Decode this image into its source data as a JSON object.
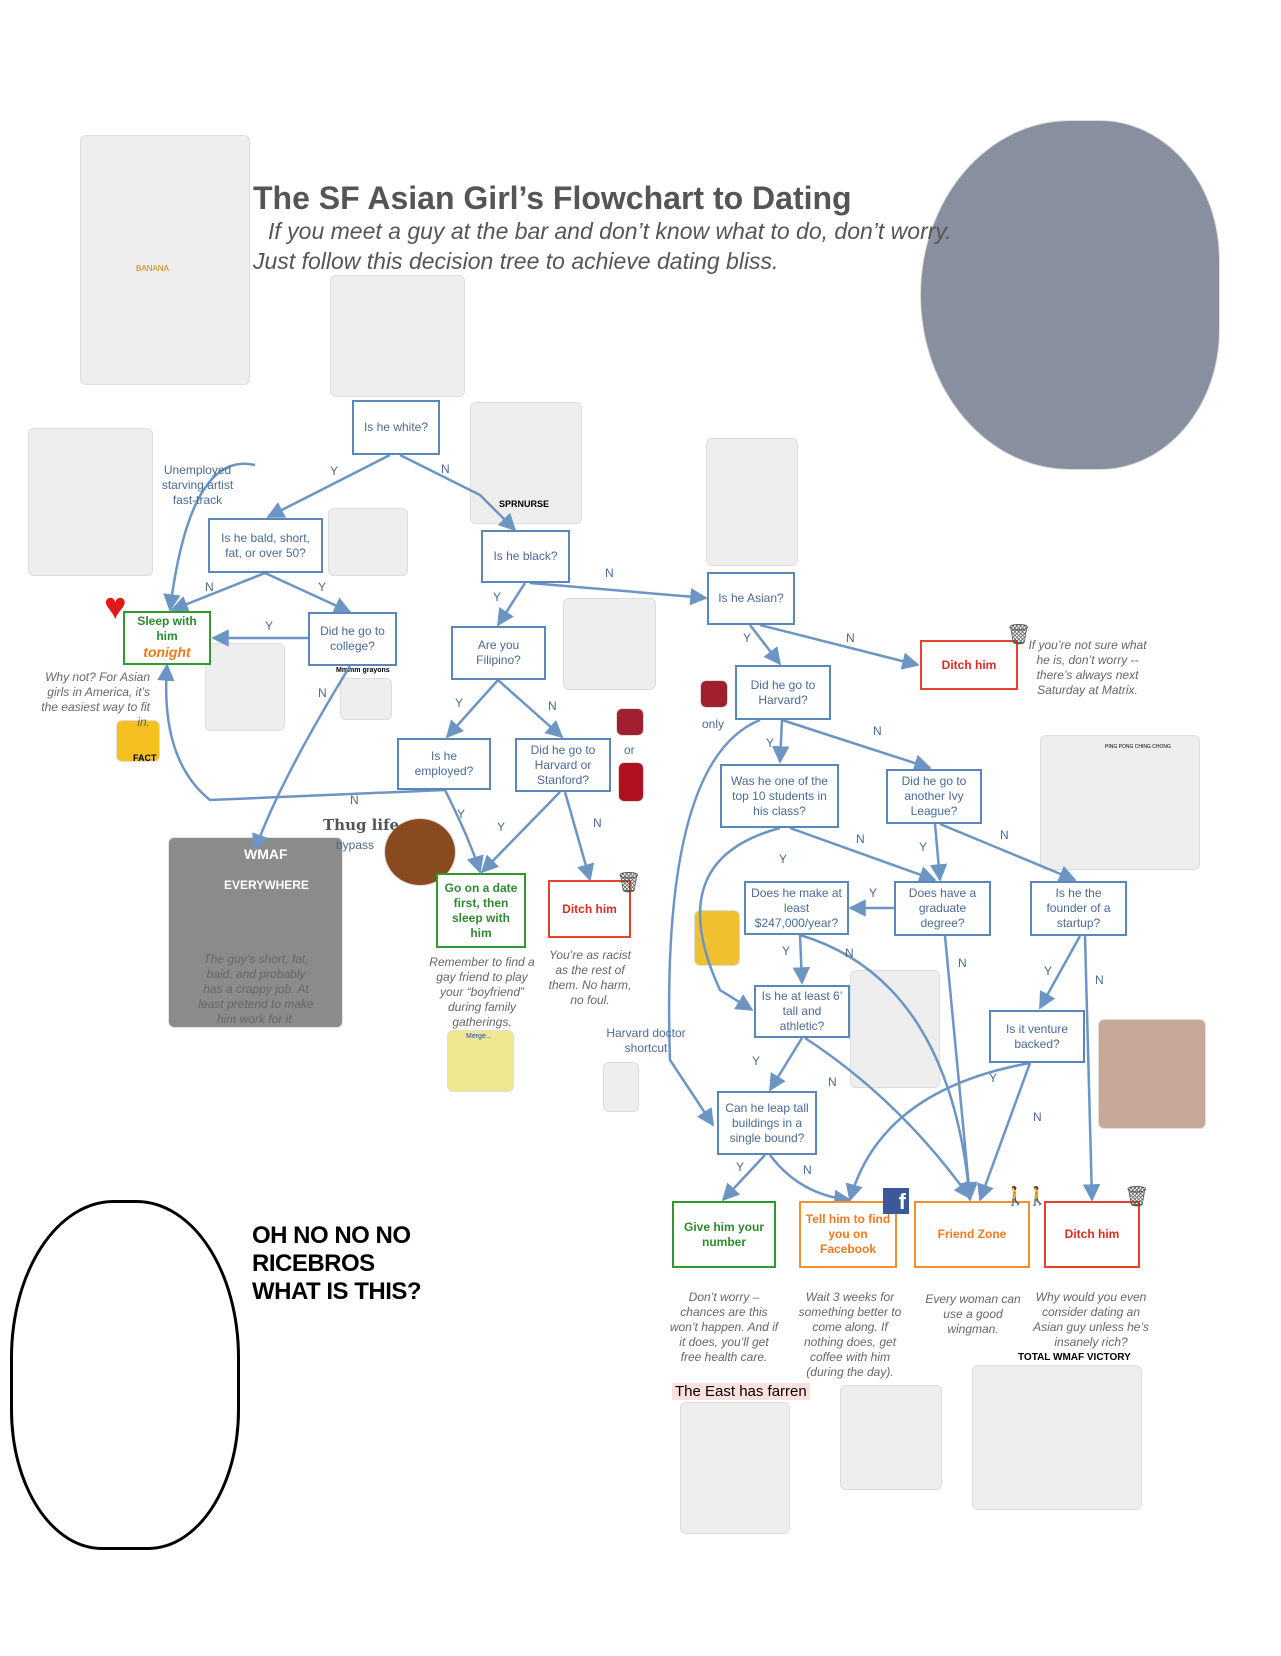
{
  "header": {
    "title": "The SF Asian Girl’s Flowchart to Dating",
    "subtitle_1": "If you meet a guy at the bar and don’t know what to do, don’t worry.",
    "subtitle_2": "Just follow this decision tree to achieve dating bliss."
  },
  "nodes": {
    "white": "Is he white?",
    "bald": "Is he bald, short, fat, or over 50?",
    "black": "Is he black?",
    "asian": "Is he Asian?",
    "sleep_1": "Sleep with him",
    "sleep_2": "tonight",
    "college": "Did he go to college?",
    "filipino": "Are you Filipino?",
    "harvard": "Did he go to Harvard?",
    "ditch": "Ditch him",
    "employed": "Is he employed?",
    "harvstan": "Did he go to Harvard or Stanford?",
    "top10": "Was he one of the top 10 students in his class?",
    "ivy": "Did he go to another Ivy League?",
    "date": "Go on a date first, then sleep with him",
    "make": "Does he make at least $247,000/year?",
    "grad": "Does have a graduate degree?",
    "founder": "Is he the founder of a startup?",
    "tall": "Is he at least 6’ tall and athletic?",
    "venture": "Is it venture backed?",
    "leap": "Can he leap tall buildings in a single bound?",
    "give": "Give him your number",
    "facebook": "Tell him to find you on Facebook",
    "friend": "Friend Zone"
  },
  "notes": {
    "artist": "Unemployed starving artist fast-track",
    "sleep": "Why not? For Asian girls in America, it’s the easiest way to fit in.",
    "ditch_asian": "If you’re not sure what he is, don’t worry -- there’s always next Saturday at Matrix.",
    "date": "Remember to find a gay friend to play your “boyfriend” during family gatherings.",
    "ditch_racist": "You’re as racist as the rest of them.  No harm, no foul.",
    "bald": "The guy’s short, fat, bald, and probably has a crappy job.  At least pretend to make him work for it.",
    "harvard_shortcut": "Harvard doctor shortcut",
    "thug_1": "Thug life",
    "thug_2": "bypass",
    "give": "Don’t worry – chances are this won’t happen.  And if it does, you’ll get free health care.",
    "facebook": "Wait 3 weeks for something better to come along.  If nothing does, get coffee with him (during the day).",
    "friend": "Every woman can use a good wingman.",
    "ditch_final": "Why would you even consider dating an Asian guy unless he’s insanely rich?",
    "only": "only",
    "or": "or"
  },
  "captions": {
    "grayons": "Mmmm grayons",
    "victory": "TOTAL WMAF VICTORY",
    "east": "The East has farren",
    "fact": "FACT",
    "banana": "BANANA",
    "sprnurse": "SPRNURSE",
    "wmaf": "WMAF",
    "everywhere": "EVERYWHERE",
    "merge": "Merge...",
    "ping": "PING PONG CHING CHONG"
  },
  "meme": {
    "line1": "OH NO NO NO",
    "line2": "RICEBROS",
    "line3": "WHAT IS THIS?"
  },
  "edge_labels": {
    "y": "Y",
    "n": "N"
  },
  "colors": {
    "question": "#5a86b8",
    "green": "#2e9a2e",
    "red": "#e8412a",
    "orange": "#f29030"
  }
}
